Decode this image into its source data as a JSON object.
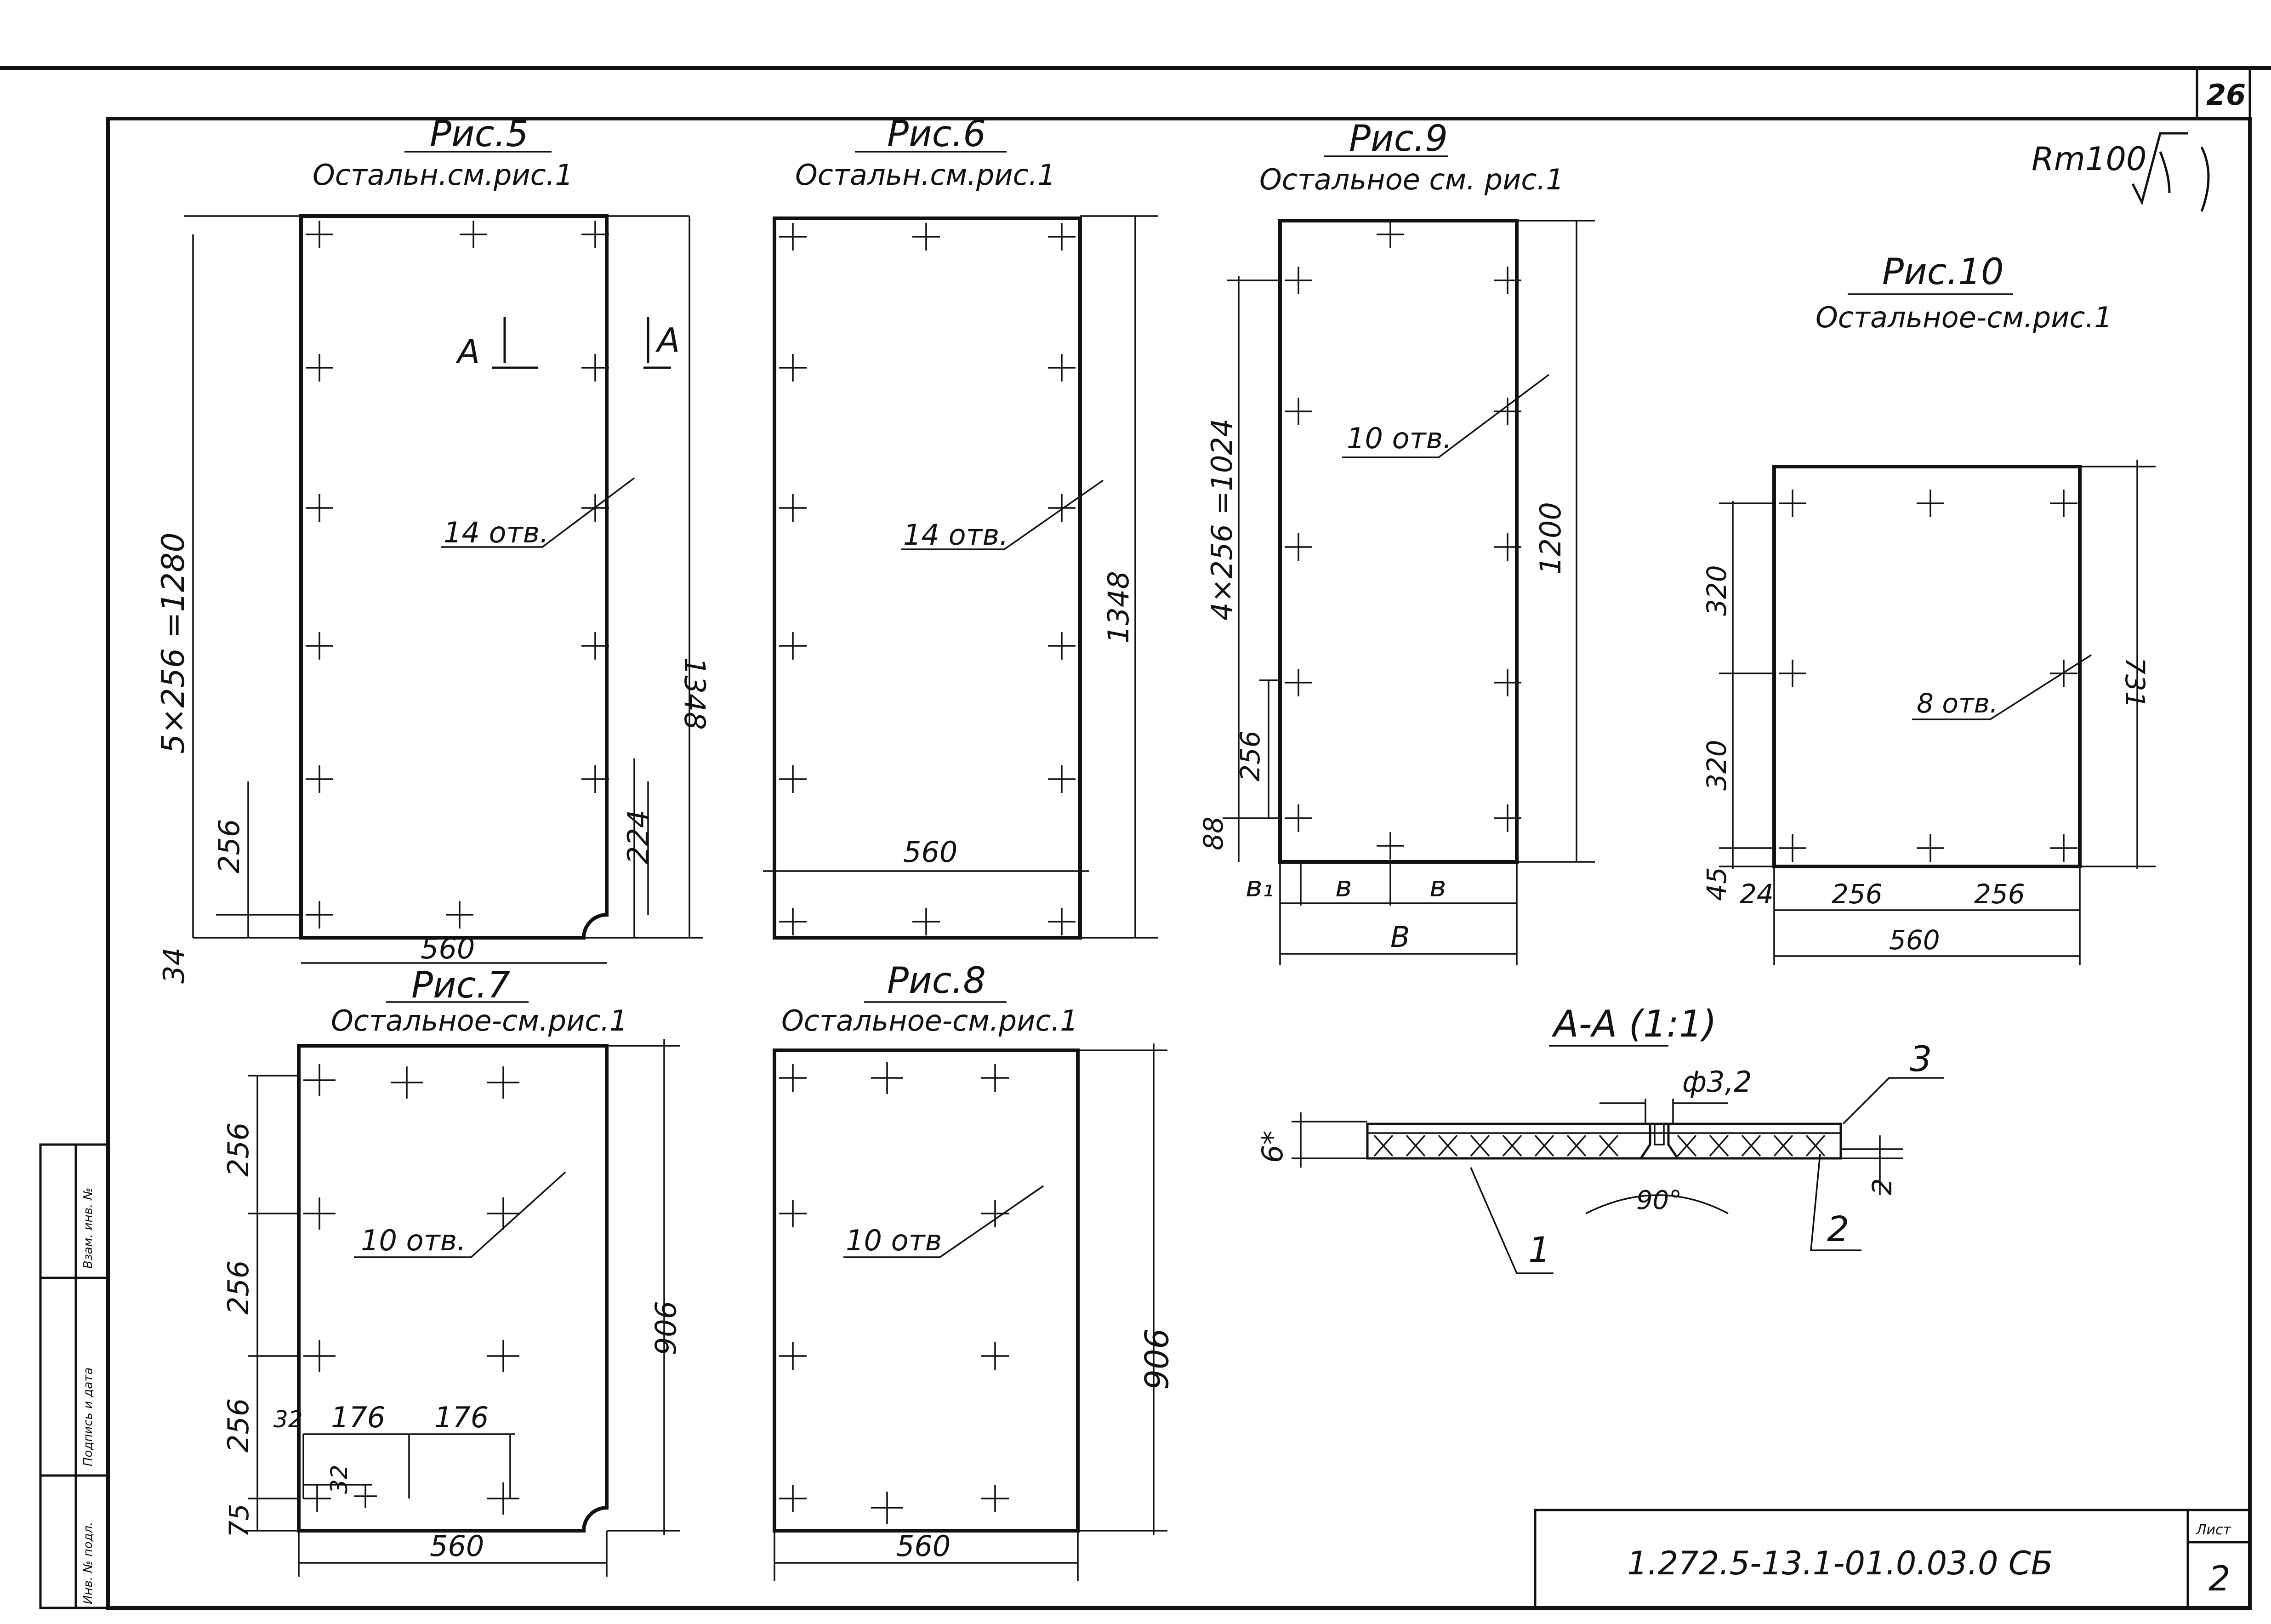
{
  "sheet": {
    "page_number": "26",
    "roughness_mark": "Rm100",
    "document_code": "1.272.5-13.1-01.0.03.0 СБ",
    "sheet_label": "Лист",
    "sheet_number": "2",
    "stamp_labels": [
      "Взам. инв. №",
      "Подпись и дата",
      "Инв. № подл."
    ]
  },
  "figures": {
    "fig5": {
      "title": "Рис.5",
      "subtitle": "Остальн.см.рис.1",
      "holes": "14 отв.",
      "width": "560",
      "height": "1348",
      "pitch": "5×256 =1280",
      "dim_256": "256",
      "dim_34": "34",
      "dim_224": "224",
      "section_mark": "А"
    },
    "fig6": {
      "title": "Рис.6",
      "subtitle": "Остальн.см.рис.1",
      "holes": "14 отв.",
      "width": "560",
      "height": "1348"
    },
    "fig9": {
      "title": "Рис.9",
      "subtitle": "Остальное см. рис.1",
      "holes": "10 отв.",
      "height": "1200",
      "pitch": "4×256 =1024",
      "dim_256": "256",
      "dim_88": "88",
      "dim_b1": "в₁",
      "dim_b": "в",
      "dim_B": "В"
    },
    "fig10": {
      "title": "Рис.10",
      "subtitle": "Остальное-см.рис.1",
      "holes": "8 отв.",
      "height": "731",
      "dim_320": "320",
      "dim_45": "45",
      "dim_24": "24",
      "dim_256": "256",
      "width": "560"
    },
    "fig7": {
      "title": "Рис.7",
      "subtitle": "Остальное-см.рис.1",
      "holes": "10 отв.",
      "height": "906",
      "width": "560",
      "dim_256": "256",
      "dim_32": "32",
      "dim_176": "176",
      "dim_75": "75"
    },
    "fig8": {
      "title": "Рис.8",
      "subtitle": "Остальное-см.рис.1",
      "holes": "10 отв",
      "height": "906",
      "width": "560"
    },
    "section": {
      "title": "А-А (1:1)",
      "hole_dia": "ф3,2",
      "thickness": "6*",
      "dim_2": "2",
      "angle": "90°",
      "callout_1": "1",
      "callout_2": "2",
      "callout_3": "3"
    }
  }
}
